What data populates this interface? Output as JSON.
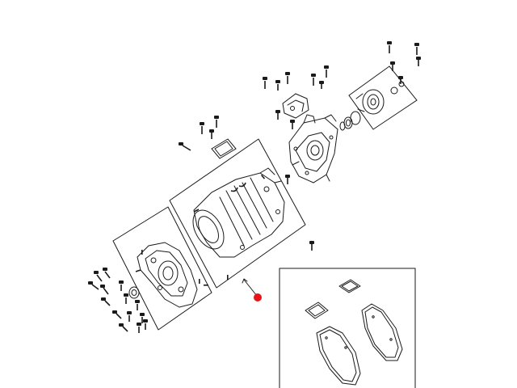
{
  "diagram": {
    "callout_color": "#e8141c",
    "line_color": "#1a1a1a",
    "background": "#ffffff",
    "components": [
      "rear-bearing-retainer",
      "extension-housing",
      "transmission-case",
      "front-bearing-retainer",
      "gasket-kit-inset",
      "bolt-set",
      "red-callout-marker"
    ]
  }
}
